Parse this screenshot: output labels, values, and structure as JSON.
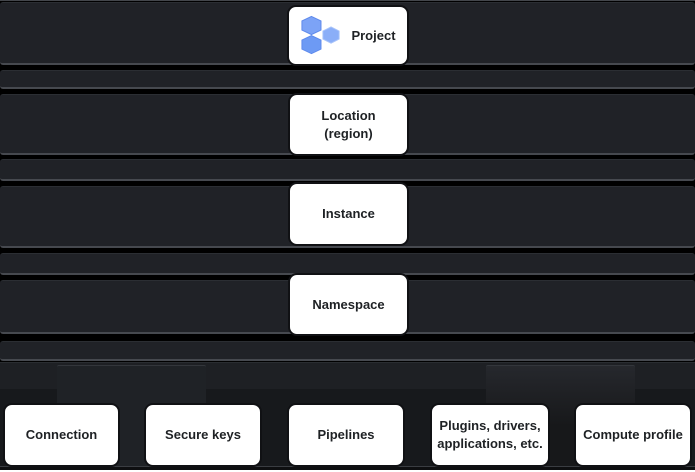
{
  "diagram": {
    "type": "resource-hierarchy",
    "levels": [
      {
        "id": "project",
        "label": "Project",
        "icon": "hexagon-cluster-icon"
      },
      {
        "id": "location",
        "label": "Location (region)",
        "line1": "Location",
        "line2": "(region)"
      },
      {
        "id": "instance",
        "label": "Instance"
      },
      {
        "id": "namespace",
        "label": "Namespace"
      }
    ],
    "namespace_children": [
      {
        "id": "connection",
        "label": "Connection"
      },
      {
        "id": "secure_keys",
        "label": "Secure keys"
      },
      {
        "id": "pipelines",
        "label": "Pipelines"
      },
      {
        "id": "plugins",
        "label": "Plugins, drivers, applications, etc.",
        "line1": "Plugins, drivers,",
        "line2": "applications, etc."
      },
      {
        "id": "compute_profile",
        "label": "Compute profile"
      }
    ],
    "colors": {
      "page_background": "#000000",
      "band_fill": "#202227",
      "band_bevel": "#46494f",
      "card_fill": "#ffffff",
      "card_border": "#101114",
      "card_text": "#1e2124",
      "hexagon_blue": "#7ca3f6",
      "hexagon_blue_dark": "#6d9af4",
      "hexagon_blue_light": "#8aaef8"
    }
  }
}
